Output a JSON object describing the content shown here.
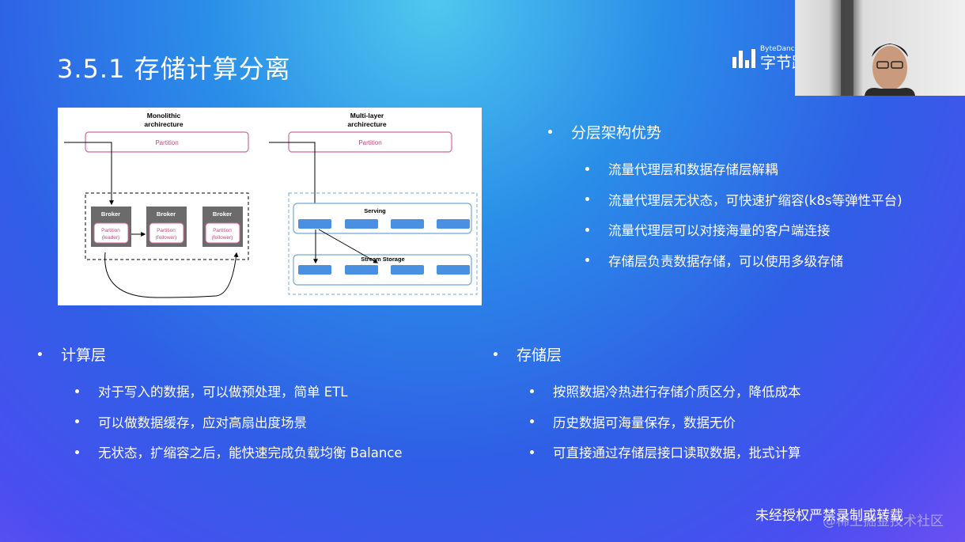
{
  "title": "3.5.1 存储计算分离",
  "logo": {
    "en": "ByteDance",
    "cn": "字节跳动"
  },
  "diagram": {
    "left_title": [
      "Monolithic",
      "archirecture"
    ],
    "right_title": [
      "Multi-layer",
      "archirecture"
    ],
    "partition_label": "Partition",
    "broker_label": "Broker",
    "brokers": [
      {
        "line1": "Partition",
        "line2": "(leader)"
      },
      {
        "line1": "Partition",
        "line2": "(follower)"
      },
      {
        "line1": "Partition",
        "line2": "(follower)"
      }
    ],
    "serving_label": "Serving",
    "storage_label": "Stream Storage"
  },
  "right_list": {
    "heading": "分层架构优势",
    "items": [
      "流量代理层和数据存储层解耦",
      "流量代理层无状态，可快速扩缩容(k8s等弹性平台)",
      "流量代理层可以对接海量的客户端连接",
      "存储层负责数据存储，可以使用多级存储"
    ]
  },
  "compute_list": {
    "heading": "计算层",
    "items": [
      "对于写入的数据，可以做预处理，简单 ETL",
      "可以做数据缓存，应对高扇出度场景",
      "无状态，扩缩容之后，能快速完成负载均衡 Balance"
    ]
  },
  "storage_list": {
    "heading": "存储层",
    "items": [
      "按照数据冷热进行存储介质区分，降低成本",
      "历史数据可海量保存，数据无价",
      "可直接通过存储层接口读取数据，批式计算"
    ]
  },
  "watermark": "未经授权严禁录制或转载",
  "watermark2": "@稀土掘金技术社区"
}
